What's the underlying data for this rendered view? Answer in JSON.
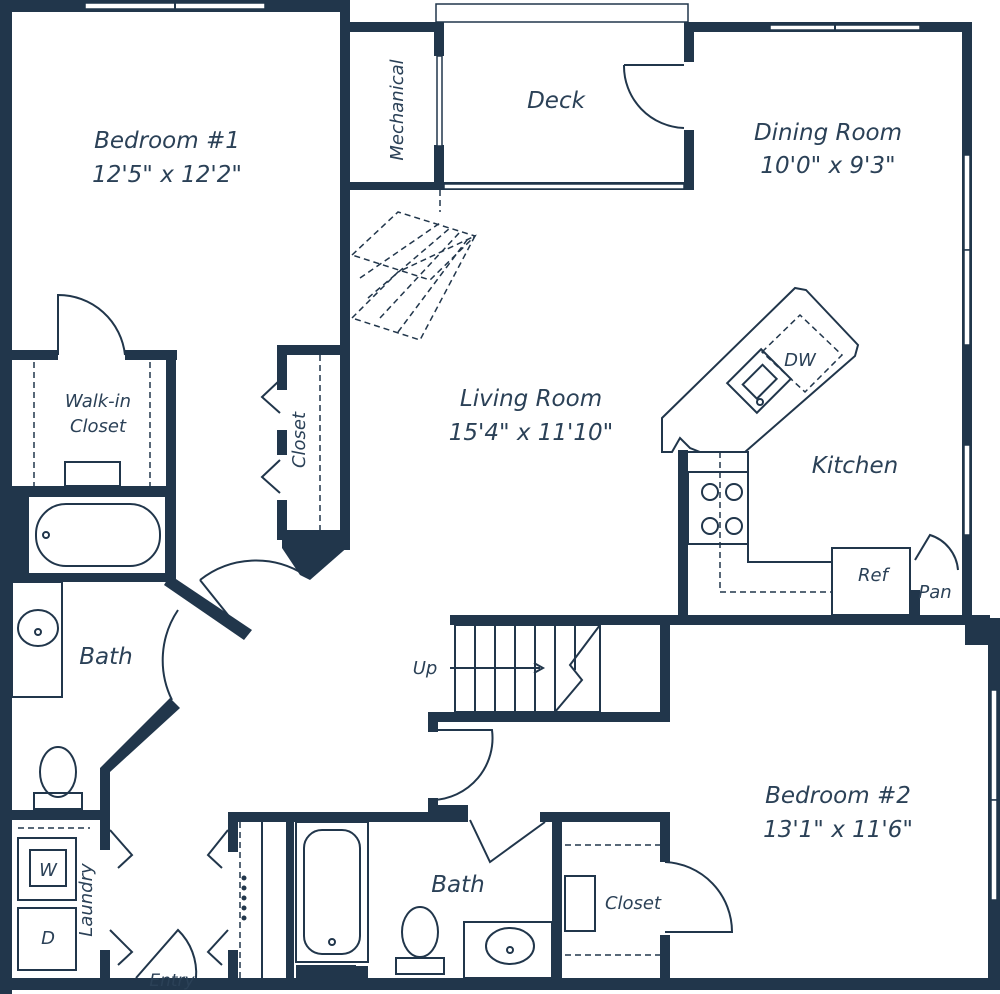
{
  "rooms": {
    "bedroom1": {
      "name": "Bedroom #1",
      "dims": "12'5\" x 12'2\""
    },
    "walkin": {
      "line1": "Walk-in",
      "line2": "Closet"
    },
    "closet_b1": "Closet",
    "mechanical": "Mechanical",
    "deck": "Deck",
    "dining": {
      "name": "Dining Room",
      "dims": "10'0\" x 9'3\""
    },
    "living": {
      "name": "Living Room",
      "dims": "15'4\" x 11'10\""
    },
    "kitchen": "Kitchen",
    "dw": "DW",
    "ref": "Ref",
    "pan": "Pan",
    "bath1": "Bath",
    "up": "Up",
    "bedroom2": {
      "name": "Bedroom #2",
      "dims": "13'1\" x 11'6\""
    },
    "bath2": "Bath",
    "closet_b2": "Closet",
    "laundry": "Laundry",
    "washer": "W",
    "dryer": "D",
    "entry": "Entry"
  },
  "colors": {
    "wall": "#21364b",
    "label": "#2b4157",
    "background": "#ffffff"
  }
}
